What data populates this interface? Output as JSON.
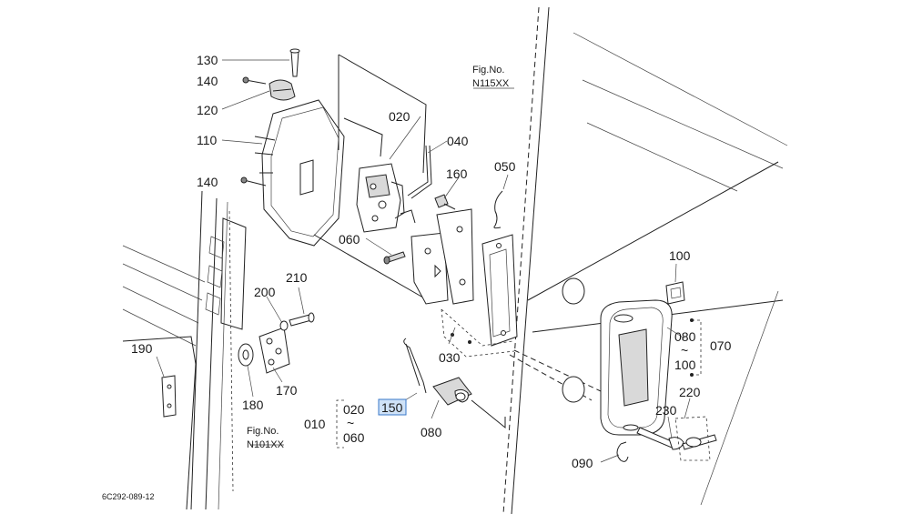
{
  "diagram": {
    "part_labels": {
      "p130": "130",
      "p140a": "140",
      "p120": "120",
      "p110": "110",
      "p140b": "140",
      "p020a": "020",
      "p040": "040",
      "p160": "160",
      "p050": "050",
      "p060": "060",
      "p210": "210",
      "p200": "200",
      "p190": "190",
      "p180": "180",
      "p170": "170",
      "p150": "150",
      "p080": "080",
      "p010": "010",
      "p020b": "020",
      "p060b": "060",
      "p030": "030",
      "p100": "100",
      "p080b": "080",
      "p100b": "100",
      "p070": "070",
      "p220": "220",
      "p230": "230",
      "p090": "090"
    },
    "range_marks": {
      "tilde1": "~",
      "tilde2": "~"
    },
    "figure_refs": {
      "top_label": "Fig.No.",
      "top_number": "N115XX",
      "bottom_label": "Fig.No.",
      "bottom_number": "N101XX"
    },
    "drawing_code": "6C292-089-12",
    "highlight_color": "#cfe2f7"
  }
}
